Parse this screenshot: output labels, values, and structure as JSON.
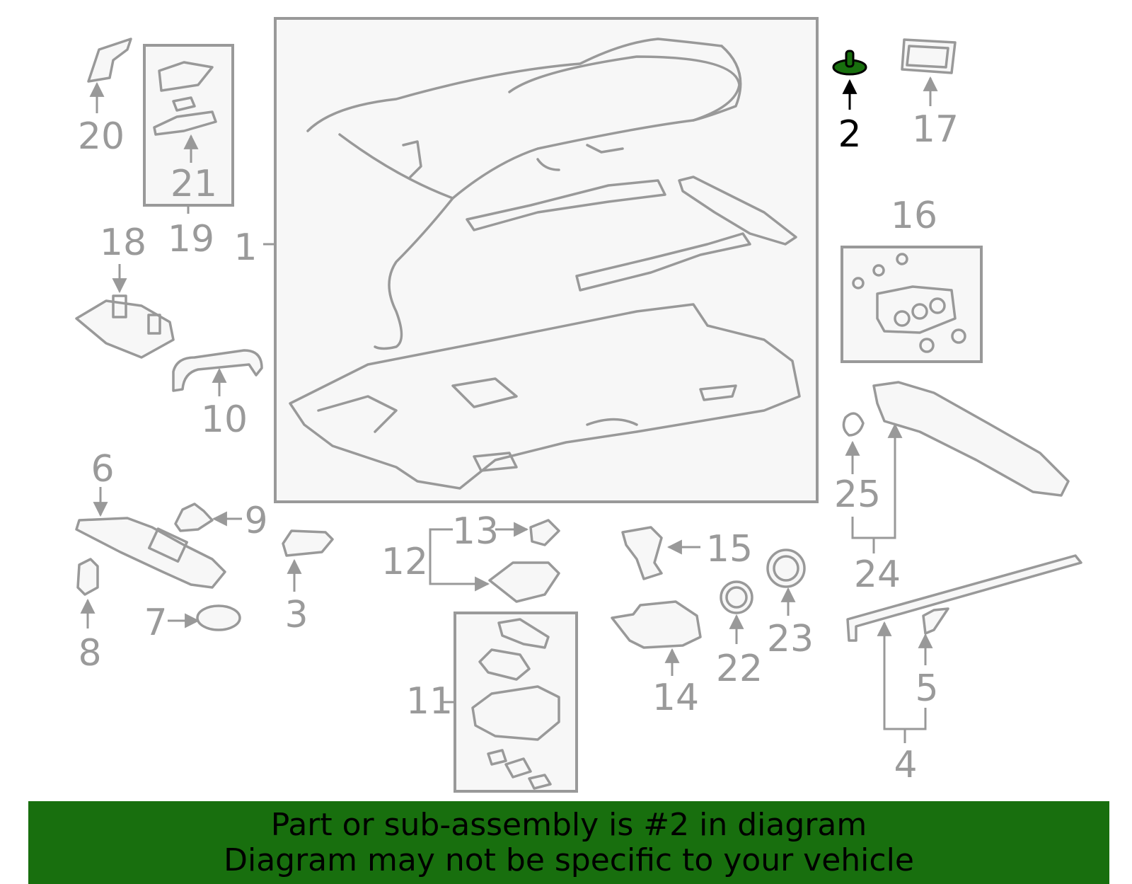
{
  "highlight": {
    "part_number": "2",
    "color": "#186f0e"
  },
  "callouts": {
    "c1": "1",
    "c2": "2",
    "c3": "3",
    "c4": "4",
    "c5": "5",
    "c6": "6",
    "c7": "7",
    "c8": "8",
    "c9": "9",
    "c10": "10",
    "c11": "11",
    "c12": "12",
    "c13": "13",
    "c14": "14",
    "c15": "15",
    "c16": "16",
    "c17": "17",
    "c18": "18",
    "c19": "19",
    "c20": "20",
    "c21": "21",
    "c22": "22",
    "c23": "23",
    "c24": "24",
    "c25": "25"
  },
  "banner": {
    "line1": "Part or sub-assembly is #2 in diagram",
    "line2": "Diagram may not be specific to your vehicle"
  }
}
